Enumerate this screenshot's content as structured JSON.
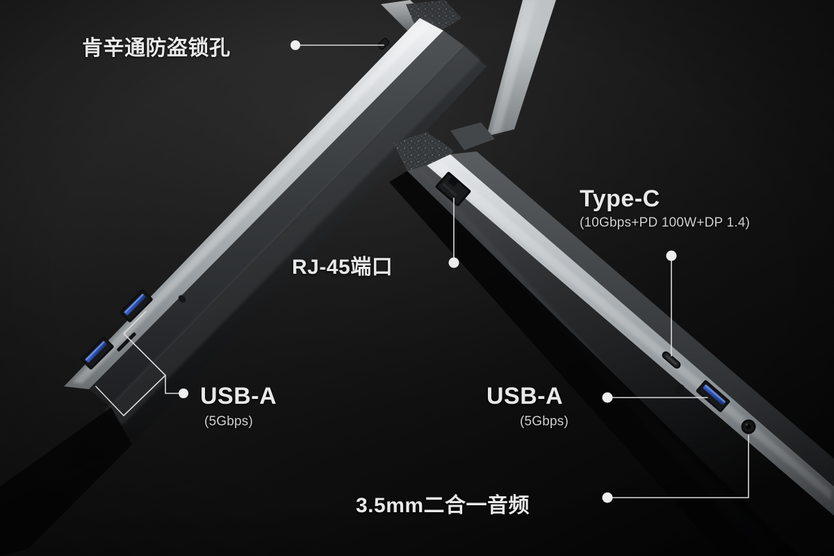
{
  "scene": {
    "background_color": "#0b0b0b",
    "subject": "two-laptops-edge-on-v-formation",
    "metal_color": "#b9bdc0",
    "metal_dark_color": "#4a4d50",
    "usb_blue": "#2f57b5",
    "label_color": "#e9e9e9",
    "leader_color": "#dcdcdc"
  },
  "callouts": [
    {
      "id": "kensington",
      "title": "肯辛通防盗锁孔",
      "sub": "",
      "script": "cn",
      "port": "kensington-lock-slot"
    },
    {
      "id": "rj45",
      "title": "RJ-45端口",
      "sub": "",
      "script": "cn",
      "port": "rj45-ethernet-port"
    },
    {
      "id": "typec",
      "title": "Type-C",
      "sub": "(10Gbps+PD 100W+DP 1.4)",
      "script": "lat",
      "port": "usb-c-port"
    },
    {
      "id": "usba-left",
      "title": "USB-A",
      "sub": "(5Gbps)",
      "script": "lat",
      "port": "usb-a-port-pair-left"
    },
    {
      "id": "usba-right",
      "title": "USB-A",
      "sub": "(5Gbps)",
      "script": "lat",
      "port": "usb-a-port-right"
    },
    {
      "id": "audio",
      "title": "3.5mm二合一音频",
      "sub": "",
      "script": "cn",
      "port": "audio-jack"
    }
  ]
}
